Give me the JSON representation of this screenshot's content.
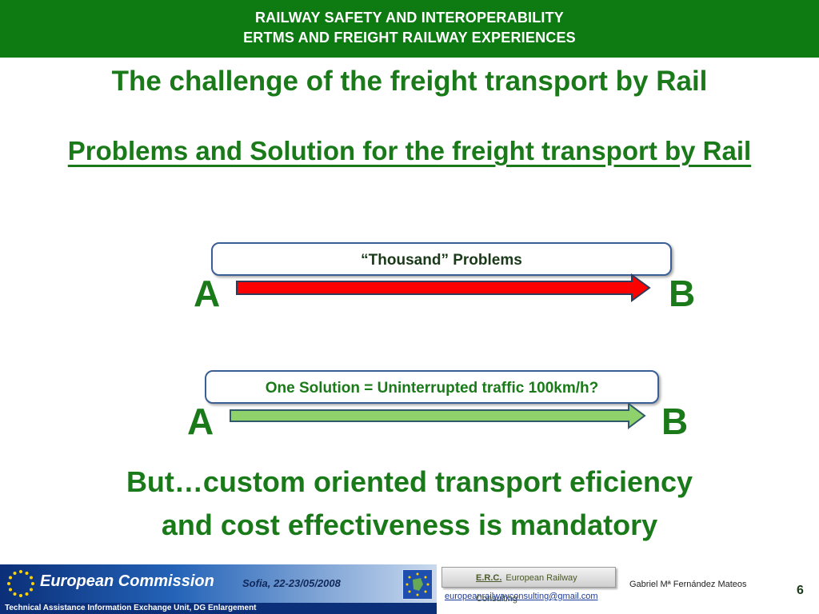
{
  "header": {
    "line1": "RAILWAY SAFETY AND INTEROPERABILITY",
    "line2": "ERTMS AND FREIGHT RAILWAY EXPERIENCES"
  },
  "title": "The challenge of the freight transport by Rail",
  "subtitle": "Problems and Solution for the freight transport by Rail",
  "diagram": {
    "top": {
      "callout": "“Thousand” Problems",
      "start": "A",
      "end": "B",
      "arrow_color": "#ff0000"
    },
    "bottom": {
      "callout": "One Solution = Uninterrupted traffic 100km/h?",
      "start": "A",
      "end": "B",
      "arrow_color": "#8fd16a"
    }
  },
  "conclusion": {
    "line1": "But…custom oriented transport eficiency",
    "line2": "and cost effectiveness is mandatory"
  },
  "footer": {
    "organization": "European Commission",
    "date": "Sofia, 22-23/05/2008",
    "strip": "Technical Assistance Information Exchange Unit, DG Enlargement",
    "erc_abbr": "E.R.C.",
    "erc_name": "European Railway Consulting",
    "email": "europeanrailwayconsulting@gmail.com",
    "author": "Gabriel Mª Fernández Mateos",
    "page": "6"
  },
  "colors": {
    "header_bg": "#0e7a12",
    "text_green": "#1a7a1a",
    "callout_border": "#3a5f95"
  }
}
